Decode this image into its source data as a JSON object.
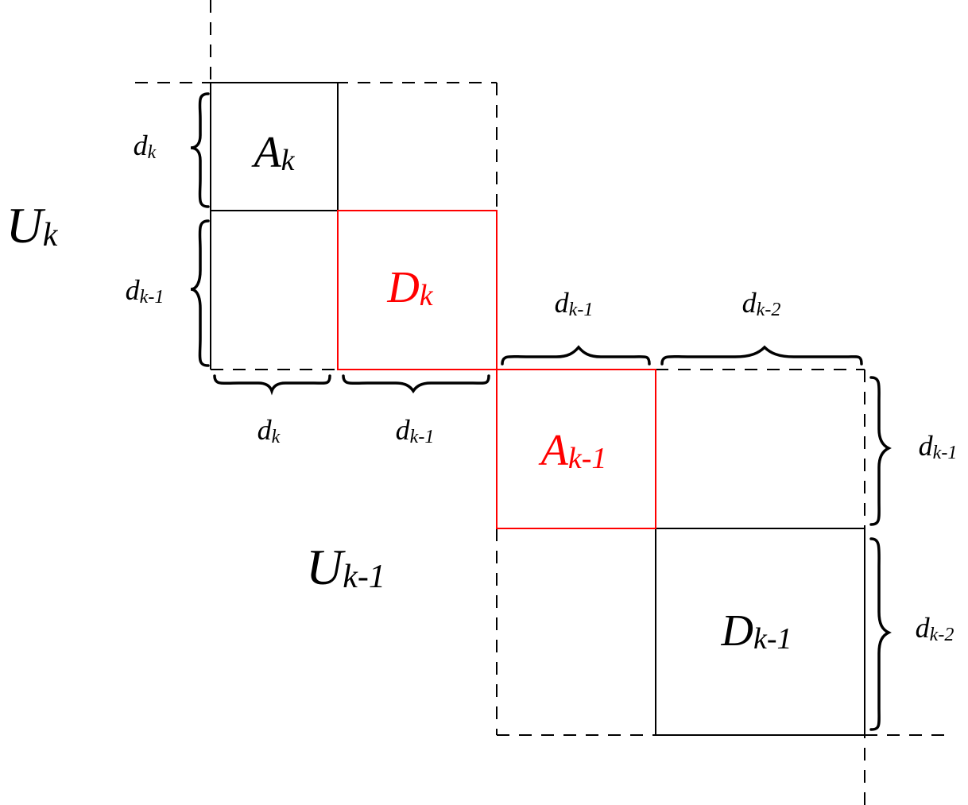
{
  "colors": {
    "line": "#000000",
    "highlight": "#ff0000",
    "background": "#ffffff"
  },
  "blocks": [
    {
      "name": "block-a-k",
      "base": "A",
      "sub": "k",
      "color": "#000000"
    },
    {
      "name": "block-d-k",
      "base": "D",
      "sub": "k",
      "color": "#ff0000"
    },
    {
      "name": "block-a-k-1",
      "base": "A",
      "sub": "k-1",
      "color": "#ff0000"
    },
    {
      "name": "block-d-k-1",
      "base": "D",
      "sub": "k-1",
      "color": "#000000"
    }
  ],
  "group_labels": [
    {
      "name": "label-u-k",
      "base": "U",
      "sub": "k"
    },
    {
      "name": "label-u-k-1",
      "base": "U",
      "sub": "k-1"
    }
  ],
  "dimension_labels": [
    {
      "name": "dim-left-top",
      "base": "d",
      "sub": "k"
    },
    {
      "name": "dim-left-mid",
      "base": "d",
      "sub": "k-1"
    },
    {
      "name": "dim-bottom-left",
      "base": "d",
      "sub": "k"
    },
    {
      "name": "dim-bottom-mid",
      "base": "d",
      "sub": "k-1"
    },
    {
      "name": "dim-top-right-1",
      "base": "d",
      "sub": "k-1"
    },
    {
      "name": "dim-top-right-2",
      "base": "d",
      "sub": "k-2"
    },
    {
      "name": "dim-right-1",
      "base": "d",
      "sub": "k-1"
    },
    {
      "name": "dim-right-2",
      "base": "d",
      "sub": "k-2"
    }
  ]
}
